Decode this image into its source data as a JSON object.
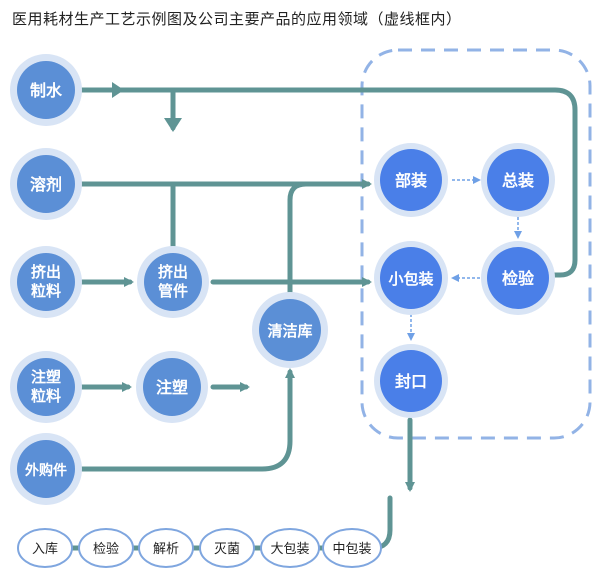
{
  "title": "医用耗材生产工艺示例图及公司主要产品的应用领域（虚线框内）",
  "colors": {
    "line": "#5f9494",
    "input_node": "#5b8fd6",
    "product_node": "#4a7fe8",
    "ring": "#d8e4f5",
    "dashed_frame": "#92b3e6",
    "small_node_border": "#7fa6df"
  },
  "nodes": {
    "water": "制水",
    "solvent": [
      "溶剂"
    ],
    "extrude_pellet": [
      "挤出",
      "粒料"
    ],
    "extrude_pipe": [
      "挤出",
      "管件"
    ],
    "mold_pellet": [
      "注塑",
      "粒料"
    ],
    "mold": "注塑",
    "outsource": "外购件",
    "clean_room": "清洁库",
    "parts_assembly": "部装",
    "final_assembly": "总装",
    "small_pack": "小包装",
    "inspection": "检验",
    "sealing": "封口"
  },
  "bottom_steps": [
    "入库",
    "检验",
    "解析",
    "灭菌",
    "大包装",
    "中包装"
  ]
}
